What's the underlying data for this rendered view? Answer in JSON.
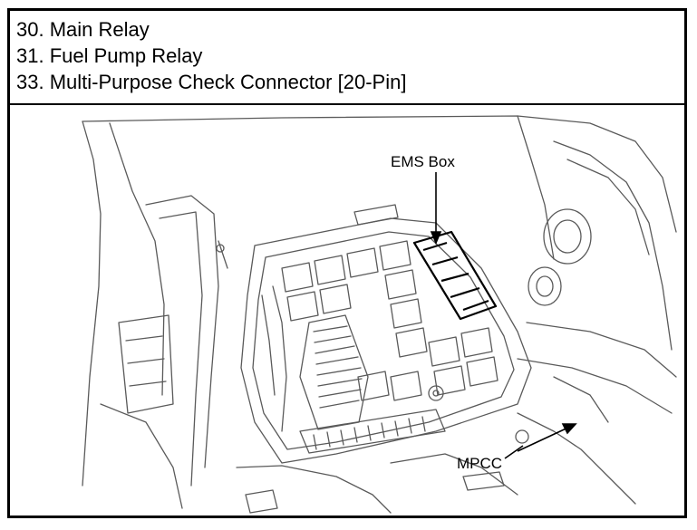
{
  "legend": {
    "items": [
      {
        "label": "30. Main Relay"
      },
      {
        "label": "31. Fuel Pump Relay"
      },
      {
        "label": "33. Multi-Purpose Check Connector [20-Pin]"
      }
    ]
  },
  "diagram": {
    "callouts": {
      "ems_box": "EMS Box",
      "mpcc": "MPCC"
    }
  },
  "colors": {
    "line": "#000000",
    "sketch": "#5a5a5a",
    "background": "#ffffff"
  }
}
